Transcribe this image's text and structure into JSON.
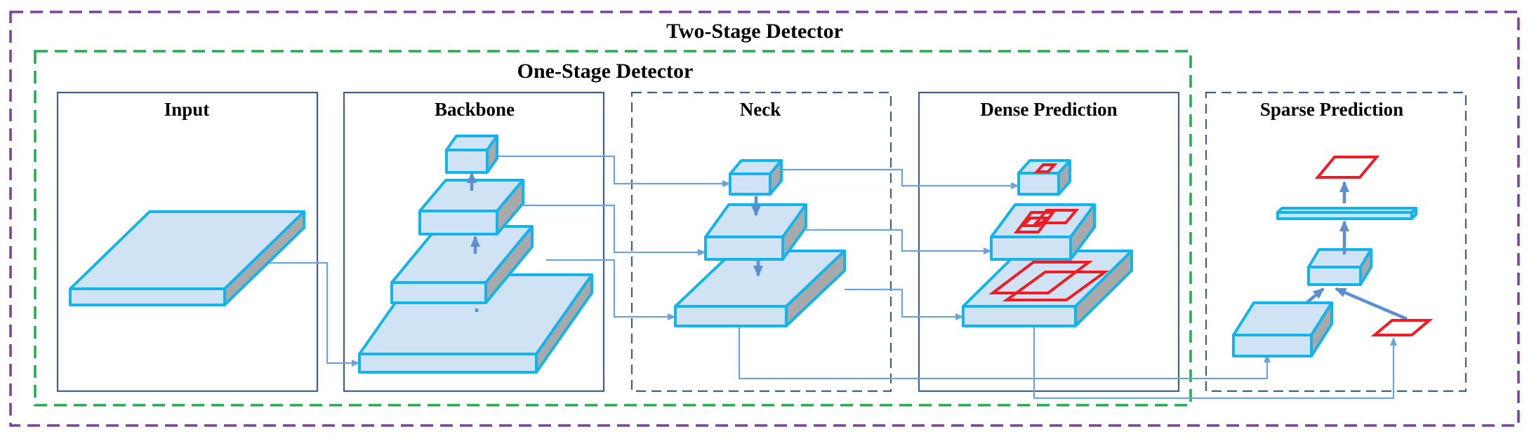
{
  "labels": {
    "two_stage": "Two-Stage Detector",
    "one_stage": "One-Stage Detector",
    "input": "Input",
    "backbone": "Backbone",
    "neck": "Neck",
    "dense": "Dense Prediction",
    "sparse": "Sparse Prediction"
  },
  "colors": {
    "two_stage_border": "#7b3f9e",
    "one_stage_border": "#1fae4b",
    "panel_border": "#3f5f86",
    "slab_fill": "#cfe3f4",
    "slab_edge": "#14b4ea",
    "slab_side": "#a7a9ab",
    "connector": "#6ea3d8",
    "box_highlight": "#ee1c25"
  }
}
